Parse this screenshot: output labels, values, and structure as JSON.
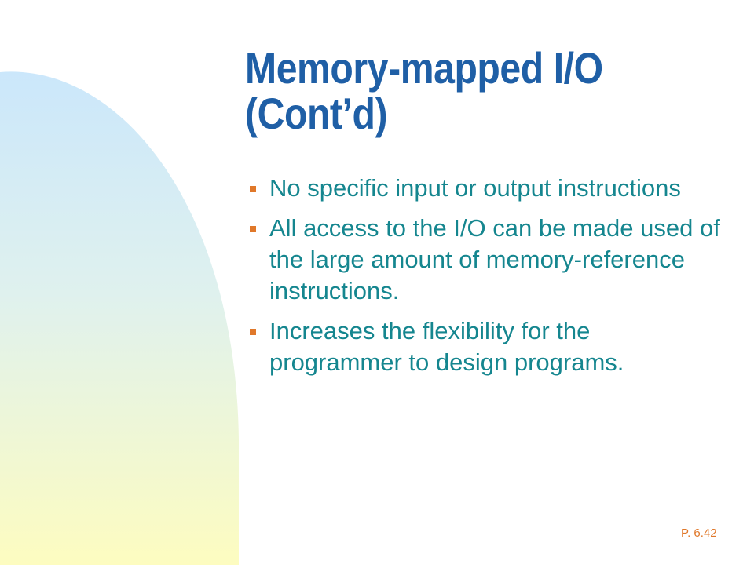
{
  "slide": {
    "title_line1": "Memory-mapped I/O",
    "title_line2": "(Cont’d)",
    "bullets": [
      "No specific input or output instructions",
      "All access to the I/O can be made used of the large amount of memory-reference instructions.",
      "Increases the flexibility for the programmer to design programs."
    ],
    "page_number": "P. 6.42"
  },
  "colors": {
    "title": "#1f5fa6",
    "bullet_text": "#15868f",
    "bullet_marker": "#e0782a",
    "page_number": "#e0782a",
    "shape_top": "#cde8fb",
    "shape_bottom": "#fdfcc0"
  }
}
